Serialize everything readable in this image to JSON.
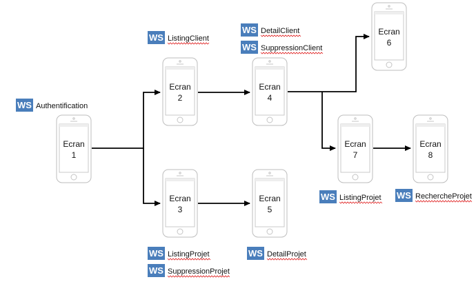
{
  "ws_badge": "WS",
  "screens": [
    {
      "id": "ecran1",
      "title": "Ecran",
      "number": "1"
    },
    {
      "id": "ecran2",
      "title": "Ecran",
      "number": "2"
    },
    {
      "id": "ecran3",
      "title": "Ecran",
      "number": "3"
    },
    {
      "id": "ecran4",
      "title": "Ecran",
      "number": "4"
    },
    {
      "id": "ecran5",
      "title": "Ecran",
      "number": "5"
    },
    {
      "id": "ecran6",
      "title": "Ecran",
      "number": "6"
    },
    {
      "id": "ecran7",
      "title": "Ecran",
      "number": "7"
    },
    {
      "id": "ecran8",
      "title": "Ecran",
      "number": "8"
    }
  ],
  "web_services": [
    {
      "id": "authentification",
      "label": "Authentification",
      "spellcheck": false
    },
    {
      "id": "listing-client",
      "label": "ListingClient",
      "spellcheck": true
    },
    {
      "id": "detail-client",
      "label": "DetailClient",
      "spellcheck": true
    },
    {
      "id": "suppression-client",
      "label": "SuppressionClient",
      "spellcheck": true
    },
    {
      "id": "listing-projet",
      "label": "ListingProjet",
      "spellcheck": true
    },
    {
      "id": "suppression-projet",
      "label": "SuppressionProjet",
      "spellcheck": true
    },
    {
      "id": "detail-projet",
      "label": "DetailProjet",
      "spellcheck": true
    },
    {
      "id": "listing-projet-7",
      "label": "ListingProjet",
      "spellcheck": true
    },
    {
      "id": "recherche-projet",
      "label": "RechercheProjet",
      "spellcheck": true
    }
  ],
  "connections": [
    {
      "from": "ecran1",
      "to": "ecran2"
    },
    {
      "from": "ecran1",
      "to": "ecran3"
    },
    {
      "from": "ecran2",
      "to": "ecran4"
    },
    {
      "from": "ecran3",
      "to": "ecran5"
    },
    {
      "from": "ecran4",
      "to": "ecran6"
    },
    {
      "from": "ecran4",
      "to": "ecran7"
    },
    {
      "from": "ecran7",
      "to": "ecran8"
    }
  ]
}
